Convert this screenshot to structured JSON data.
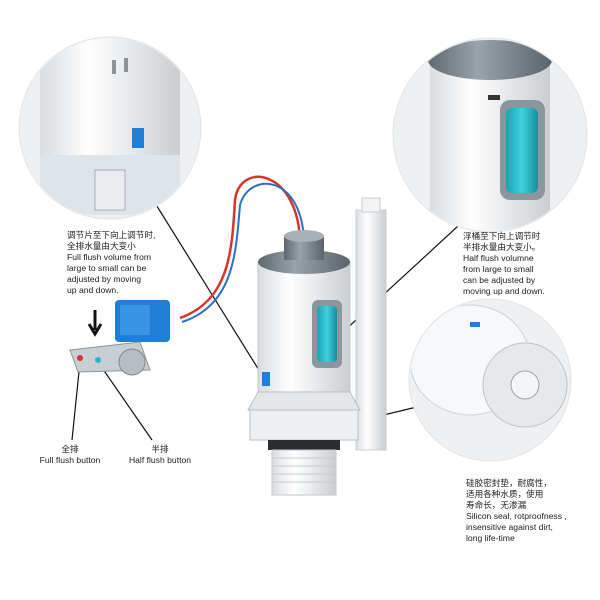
{
  "callouts": {
    "full_adjust": {
      "cn": [
        "调节片至下向上调节时,",
        "全排水量由大变小"
      ],
      "en": [
        "Full flush volume from",
        "large to small can be",
        "adjusted by moving",
        "up and down."
      ]
    },
    "half_adjust": {
      "cn": [
        "浮桶至下向上调节时",
        "半排水量由大变小。"
      ],
      "en": [
        "Half flush volumne",
        "from large to small",
        "can be adjusted by",
        "moving up and down."
      ]
    },
    "seal": {
      "cn": [
        "硅胶密封垫，耐腐性，",
        "适用各种水质，使用",
        "寿命长，无渗漏"
      ],
      "en": [
        "Silicon seal, rotproofness ,",
        "insensitive against dirt,",
        "long life-time"
      ]
    },
    "full_button": {
      "cn": "全排",
      "en": "Full flush button"
    },
    "half_button": {
      "cn": "半排",
      "en": "Half flush button"
    }
  },
  "colors": {
    "accent_blue": "#1f7fd6",
    "float_cyan": "#27b8c8",
    "cap_gray": "#7d8790",
    "wire_red": "#d8352a"
  }
}
